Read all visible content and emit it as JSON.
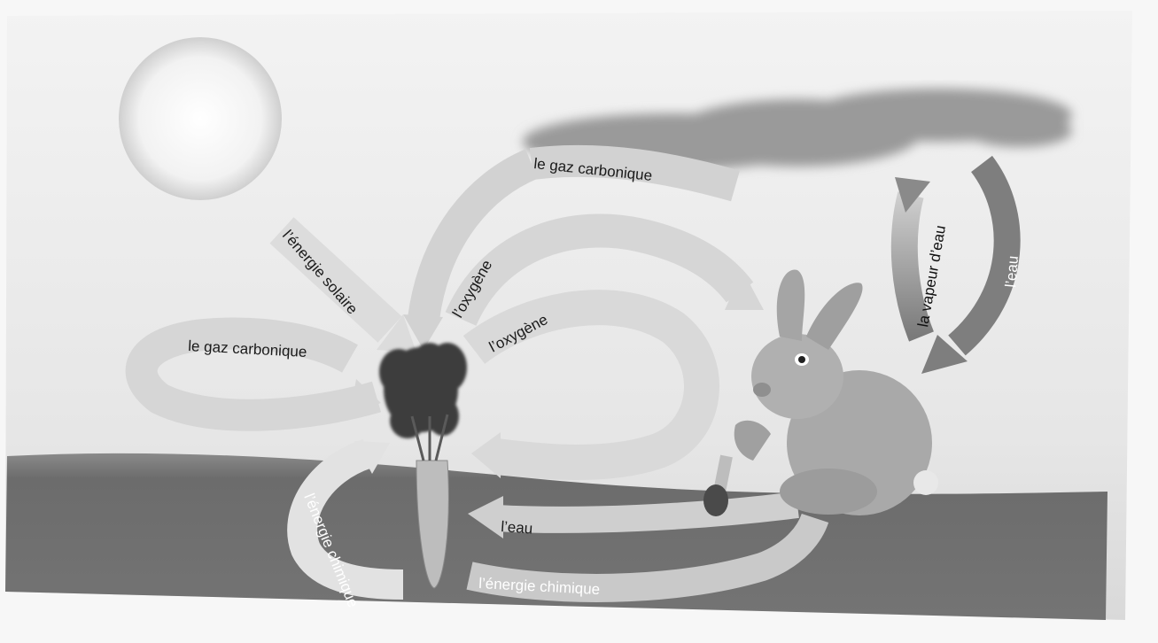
{
  "labels": {
    "co2_top": "le gaz carbonique",
    "co2_left": "le gaz carbonique",
    "solar": "l’énergie solaire",
    "oxygen_1": "l’oxygène",
    "oxygen_2": "l’oxygène",
    "vapor": "la vapeur d’eau",
    "water_cloud": "l’eau",
    "water_ground": "l’eau",
    "chem_left": "l’énergie chimique",
    "chem_bottom": "l’énergie chimique"
  },
  "colors": {
    "sky": "#ececec",
    "ground": "#6f6f6f",
    "arrow_light": "#d4d4d4",
    "arrow_dark": "#8d8d8d",
    "rabbit": "#a9a9a9",
    "foliage": "#3d3d3d",
    "carrot": "#bdbdbd"
  }
}
